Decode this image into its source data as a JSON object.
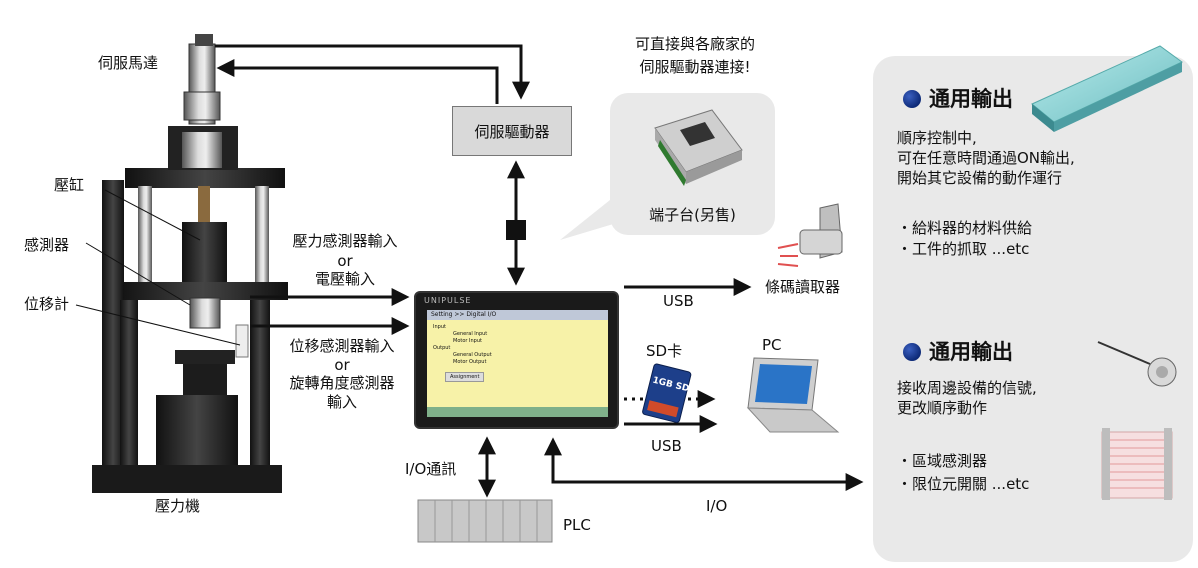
{
  "labels": {
    "servo_motor": "伺服馬達",
    "cylinder": "壓缸",
    "sensor": "感測器",
    "displacement": "位移計",
    "press": "壓力機",
    "force_in_1": "壓力感測器輸入",
    "force_or": "or",
    "force_in_2": "電壓輸入",
    "disp_in_1": "位移感測器輸入",
    "disp_or": "or",
    "disp_in_2": "旋轉角度感測器",
    "disp_in_3": "輸入",
    "servo_driver": "伺服驅動器",
    "direct_1": "可直接與各廠家的",
    "direct_2": "伺服驅動器連接!",
    "terminal": "端子台(另售)",
    "usb_top": "USB",
    "barcode": "條碼讀取器",
    "sd": "SD卡",
    "pc": "PC",
    "usb_bottom": "USB",
    "io_comm": "I/O通訊",
    "plc": "PLC",
    "io": "I/O",
    "sd_card_text": "1GB SD"
  },
  "panel": {
    "sec1": {
      "title": "通用輸出",
      "line1": "順序控制中,",
      "line2": "可在任意時間通過ON輸出,",
      "line3": "開始其它設備的動作運行",
      "bullet1": "・給料器的材料供給",
      "bullet2": "・工件的抓取 ...etc"
    },
    "sec2": {
      "title": "通用輸出",
      "line1": "接收周邊設備的信號,",
      "line2": "更改順序動作",
      "bullet1": "・區域感測器",
      "bullet2": "・限位元開關 ...etc"
    }
  },
  "device": {
    "brand": "UNIPULSE",
    "screen_title": "Setting >> Digital I/O",
    "screen_rows": [
      "Input",
      "General Input",
      "Motor Input",
      "Output",
      "General Output",
      "Motor Output"
    ],
    "screen_button": "Assignment"
  },
  "colors": {
    "accent_dot": "#1a3d99",
    "panel_bg": "#e9e9e9",
    "screen_bg": "#f7f2a8"
  }
}
